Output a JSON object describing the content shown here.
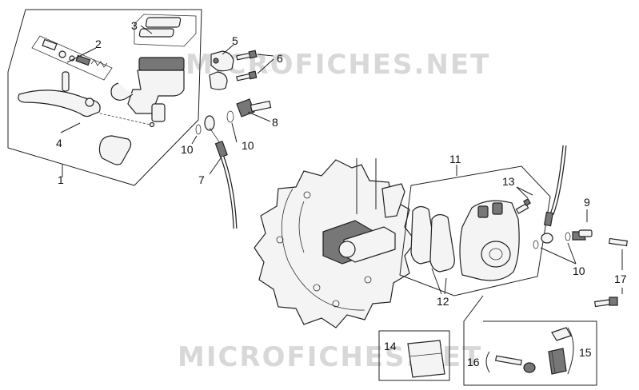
{
  "watermarks": [
    "MICROFICHES.NET",
    "MICROFICHES.NET"
  ],
  "callouts": {
    "c1": "1",
    "c2": "2",
    "c3": "3",
    "c4": "4",
    "c5": "5",
    "c6": "6",
    "c7": "7",
    "c8": "8",
    "c9": "9",
    "c10a": "10",
    "c10b": "10",
    "c10c": "10",
    "c11": "11",
    "c12": "12",
    "c13": "13",
    "c14": "14",
    "c15": "15",
    "c16": "16",
    "c17": "17"
  }
}
